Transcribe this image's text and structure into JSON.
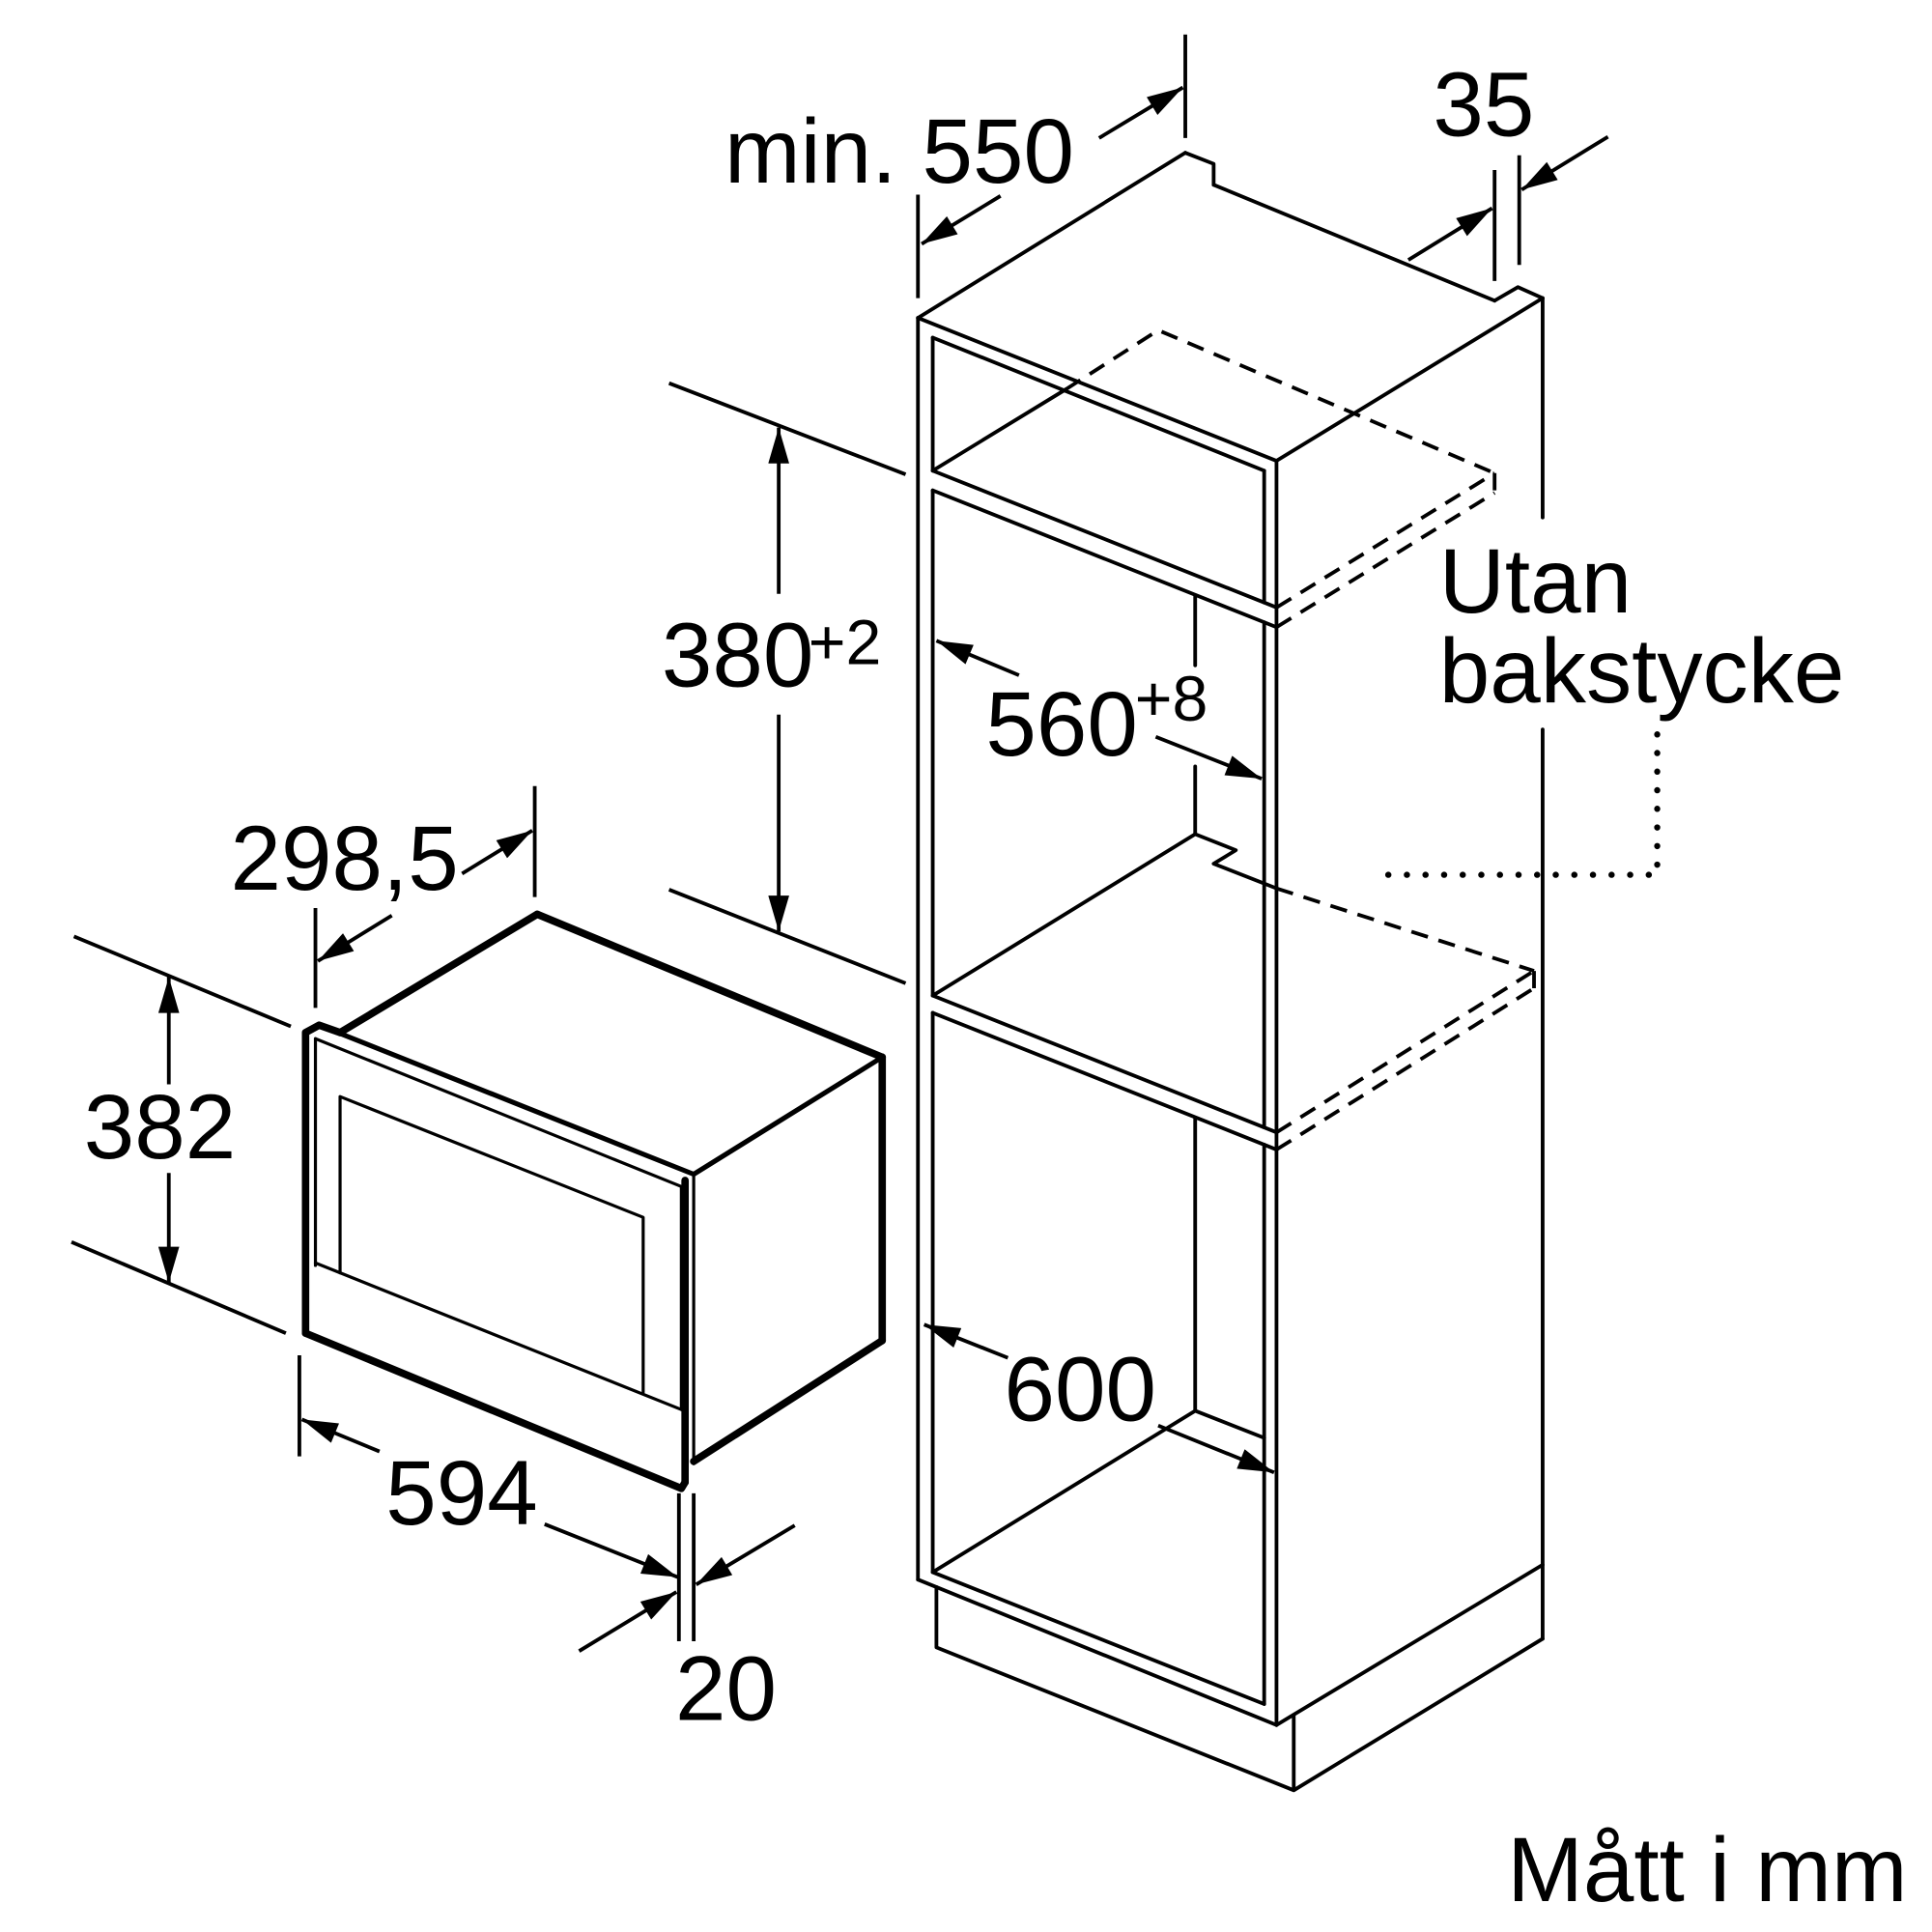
{
  "cabinet": {
    "depth_label": "min. 550",
    "top_gap_label": "35",
    "niche_height": {
      "value": "380",
      "tolerance": "+2"
    },
    "niche_width": {
      "value": "560",
      "tolerance": "+8"
    },
    "outer_width_label": "600",
    "note": {
      "line1": "Utan",
      "line2": "bakstycke"
    }
  },
  "appliance": {
    "depth_label": "298,5",
    "height_label": "382",
    "width_label": "594",
    "front_thickness_label": "20"
  },
  "units_note": "Mått i mm",
  "colors": {
    "line": "#000000",
    "background": "#ffffff"
  }
}
